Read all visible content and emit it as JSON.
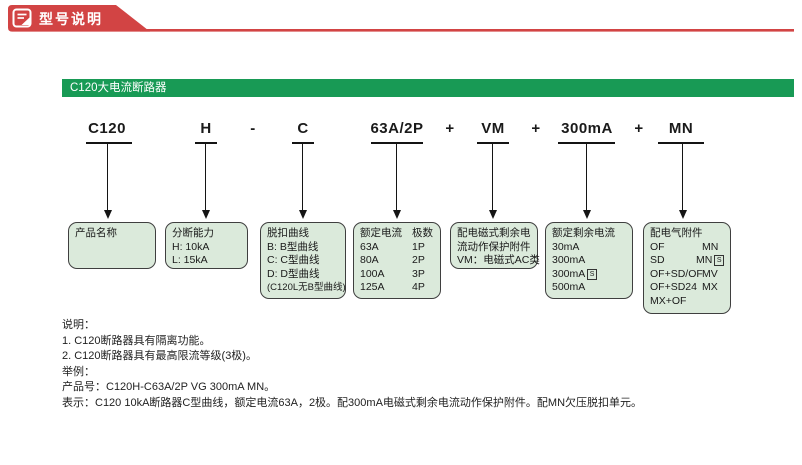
{
  "header": {
    "title": "型号说明"
  },
  "section": {
    "title": "C120大电流断路器"
  },
  "model": {
    "tokens": [
      "C120",
      "H",
      "-",
      "C",
      "63A/2P",
      "+",
      "VM",
      "+",
      "300mA",
      "+",
      "MN"
    ]
  },
  "box1": {
    "title": "产品名称"
  },
  "box2": {
    "title": "分断能力",
    "line1": "H: 10kA",
    "line2": "L: 15kA"
  },
  "box3": {
    "title": "脱扣曲线",
    "line1": "B: B型曲线",
    "line2": "C: C型曲线",
    "line3": "D: D型曲线",
    "line4": "(C120L无B型曲线)"
  },
  "box4": {
    "col1": "额定电流",
    "col2": "极数",
    "r1c1": "63A",
    "r1c2": "1P",
    "r2c1": "80A",
    "r2c2": "2P",
    "r3c1": "100A",
    "r3c2": "3P",
    "r4c1": "125A",
    "r4c2": "4P"
  },
  "box5": {
    "line1": "配电磁式剩余电",
    "line2": "流动作保护附件",
    "line3": "VM：电磁式AC类"
  },
  "box6": {
    "title": "额定剩余电流",
    "line1": "30mA",
    "line2": "300mA",
    "line3": "300mA",
    "line3_badge": "S",
    "line4": "500mA"
  },
  "box7": {
    "title": "配电气附件",
    "r1c1": "OF",
    "r1c2": "MN",
    "r2c1": "SD",
    "r2c2": "MN",
    "r2c2_badge": "S",
    "r3c1": "OF+SD/OF",
    "r3c2": "MV",
    "r4c1": "OF+SD24",
    "r4c2": "MX",
    "r5c1": "MX+OF"
  },
  "notes": {
    "label": "说明：",
    "n1": "1. C120断路器具有隔离功能。",
    "n2": "2. C120断路器具有最高限流等级(3极)。",
    "example_label": "举例：",
    "product_no": "产品号：C120H-C63A/2P VG 300mA MN。",
    "meaning": "表示：C120 10kA断路器C型曲线，额定电流63A，2极。配300mA电磁式剩余电流动作保护附件。配MN欠压脱扣单元。"
  },
  "colors": {
    "brand_red": "#d24444",
    "brand_green": "#189a55",
    "box_fill": "#dbeadb",
    "box_border": "#3f3f3f"
  }
}
